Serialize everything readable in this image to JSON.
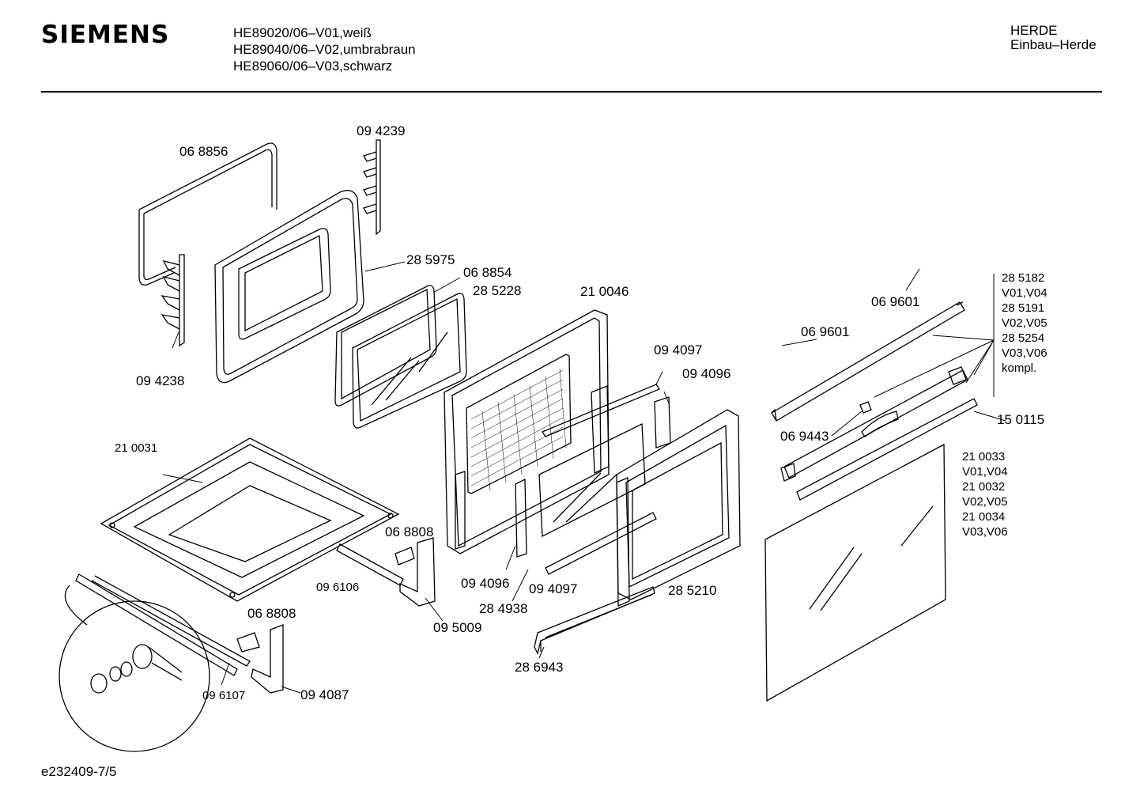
{
  "header": {
    "brand": "SIEMENS",
    "models": [
      "HE89020/06–V01,weiß",
      "HE89040/06–V02,umbrabraun",
      "HE89060/06–V03,schwarz"
    ],
    "category": [
      "HERDE",
      "Einbau–Herde"
    ]
  },
  "parts": [
    "06 8856",
    "09 4239",
    "09 4238",
    "28 5975",
    "06 8854",
    "28 5228",
    "21 0046",
    "09 4097",
    "09 4096",
    "21 0031",
    "06 8808",
    "09 6106",
    "09 4096",
    "09 4097",
    "28 4938",
    "09 5009",
    "28 5210",
    "06 8808",
    "09 6107",
    "09 4087",
    "28 6943",
    "06 9601",
    "06 9601",
    "06 9443",
    "15 0115"
  ],
  "variants": {
    "block1": [
      "28 5182",
      "V01,V04",
      "28 5191",
      "V02,V05",
      "28 5254",
      "V03,V06",
      "kompl."
    ],
    "block2": [
      "21 0033",
      "V01,V04",
      "21 0032",
      "V02,V05",
      "21 0034",
      "V03,V06"
    ]
  },
  "footer": {
    "doc_id": "e232409-7/5"
  }
}
